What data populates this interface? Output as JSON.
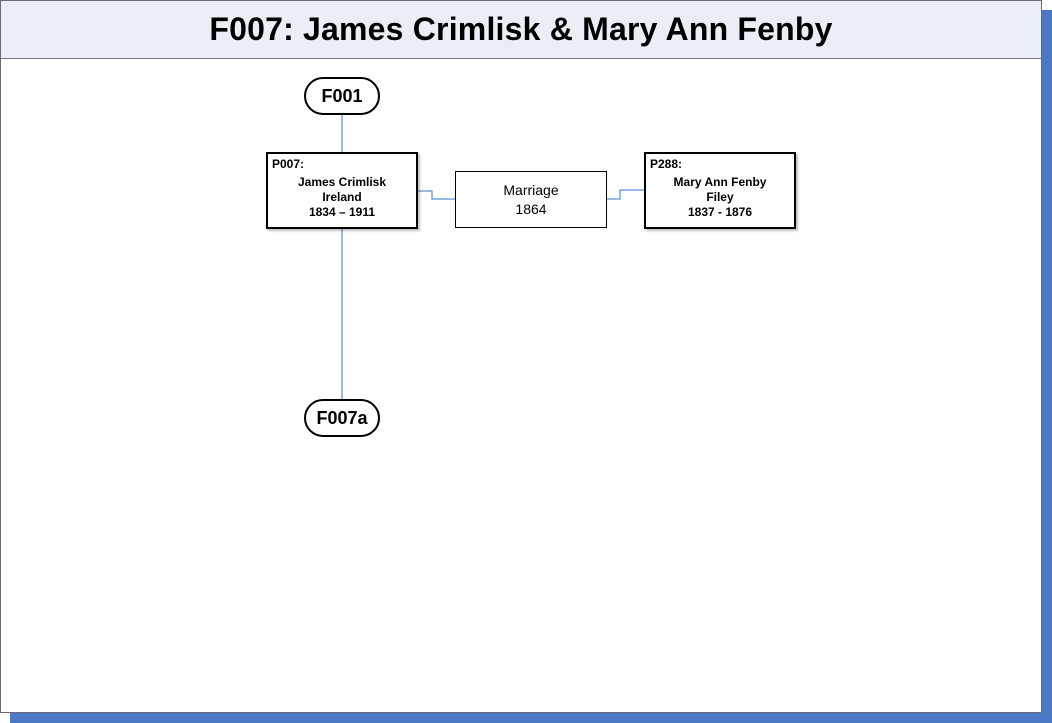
{
  "title": "F007: James Crimlisk & Mary Ann Fenby",
  "parent_family": {
    "label": "F001"
  },
  "child_family": {
    "label": "F007a"
  },
  "husband": {
    "id": "P007:",
    "name": "James Crimlisk",
    "place": "Ireland",
    "dates": "1834 – 1911"
  },
  "marriage": {
    "label": "Marriage",
    "year": "1864"
  },
  "wife": {
    "id": "P288:",
    "name": "Mary Ann Fenby",
    "place": "Filey",
    "dates": "1837 - 1876"
  },
  "colors": {
    "shadow": "#4a78c2",
    "title_background": "#e9eef7",
    "connector": "#5b8fd0"
  }
}
